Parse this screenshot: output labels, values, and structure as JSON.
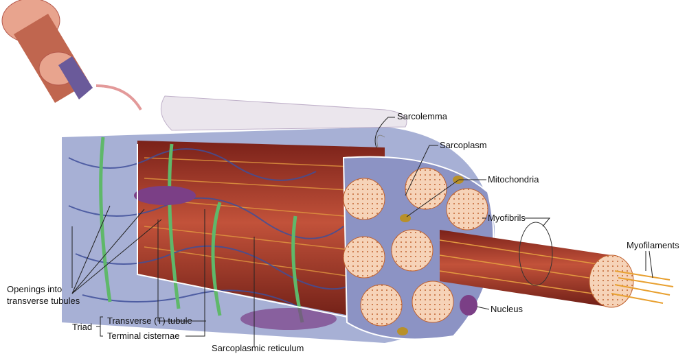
{
  "labels": {
    "sarcolemma": "Sarcolemma",
    "sarcoplasm": "Sarcoplasm",
    "mitochondria": "Mitochondria",
    "myofibrils": "Myofibrils",
    "myofilaments": "Myofilaments",
    "nucleus": "Nucleus",
    "openings_line1": "Openings into",
    "openings_line2": "transverse tubules",
    "triad": "Triad",
    "t_tubule": "Transverse (T) tubule",
    "terminal_cisternae": "Terminal cisternae",
    "sarcoplasmic_reticulum": "Sarcoplasmic reticulum"
  },
  "colors": {
    "muscle": "#a8392a",
    "muscle_dark": "#7a2119",
    "cross_section": "#f6d3b8",
    "reticulum": "#3f4f9a",
    "t_tubule": "#5fb86a",
    "nucleus": "#7b3f86",
    "sarcolemma": "#e9e4ec"
  }
}
